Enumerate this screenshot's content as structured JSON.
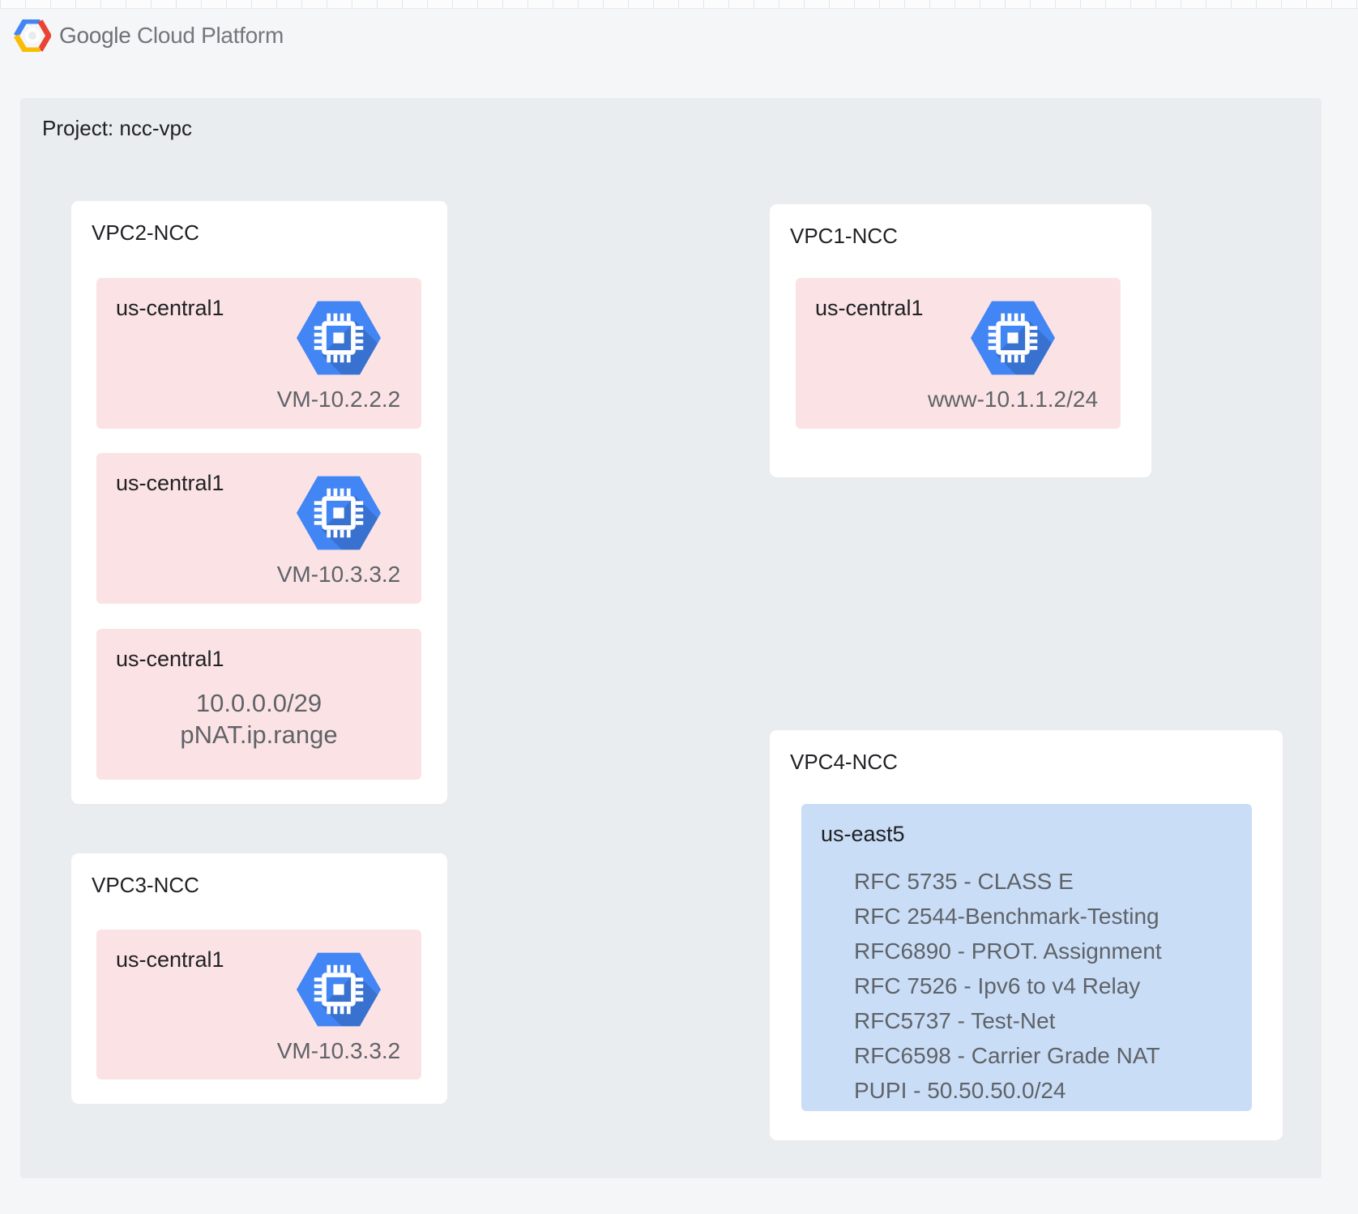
{
  "logo": {
    "brand": "Google",
    "product": "Cloud Platform"
  },
  "project": {
    "title": "Project: ncc-vpc"
  },
  "vpcs": {
    "vpc2": {
      "title": "VPC2-NCC",
      "subnets": [
        {
          "region": "us-central1",
          "caption": "VM-10.2.2.2"
        },
        {
          "region": "us-central1",
          "caption": "VM-10.3.3.2"
        },
        {
          "region": "us-central1",
          "lines": [
            "10.0.0.0/29",
            "pNAT.ip.range"
          ]
        }
      ]
    },
    "vpc3": {
      "title": "VPC3-NCC",
      "subnets": [
        {
          "region": "us-central1",
          "caption": "VM-10.3.3.2"
        }
      ]
    },
    "vpc1": {
      "title": "VPC1-NCC",
      "subnets": [
        {
          "region": "us-central1",
          "caption": "www-10.1.1.2/24"
        }
      ]
    },
    "vpc4": {
      "title": "VPC4-NCC",
      "subnet": {
        "region": "us-east5",
        "items": [
          "RFC 5735 - CLASS E",
          "RFC 2544-Benchmark-Testing",
          "RFC6890 - PROT. Assignment",
          "RFC 7526 - Ipv6 to v4 Relay",
          "RFC5737 - Test-Net",
          "RFC6598 - Carrier Grade NAT",
          "PUPI - 50.50.50.0/24"
        ]
      }
    }
  },
  "icons": {
    "vm": "compute-engine-icon",
    "logo": "gcp-hexagon-logo"
  },
  "colors": {
    "project_bg": "#E9EDF0",
    "page_bg": "#F5F6F7",
    "card_bg": "#FFFFFF",
    "subnet_pink": "#FBE3E5",
    "subnet_blue": "#CADDF7",
    "gce_icon_blue": "#4285F4",
    "logo_blue": "#4285F4",
    "logo_red": "#EA4335",
    "logo_yellow": "#FBBC05",
    "text_dark": "#202124",
    "text_gray": "#5F6368"
  }
}
